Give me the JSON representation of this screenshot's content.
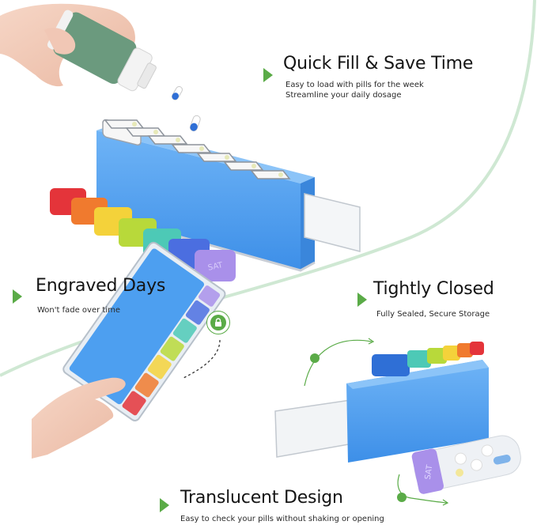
{
  "colors": {
    "accent_green": "#5aab47",
    "divider_green": "#cfe8d3",
    "box_blue": "#4d9ff0",
    "title_text": "#141414",
    "day_caps": [
      "#e4343a",
      "#f07a2e",
      "#f4d23a",
      "#b8d93a",
      "#4dc9b6",
      "#4b6ee0",
      "#a990ea"
    ]
  },
  "features": [
    {
      "title": "Quick Fill & Save Time",
      "lines": [
        "Easy to load with pills for the week",
        "Streamline your daily dosage"
      ]
    },
    {
      "title": "Engraved Days",
      "lines": [
        "Won't fade over time"
      ]
    },
    {
      "title": "Tightly Closed",
      "lines": [
        "Fully Sealed, Secure Storage"
      ]
    },
    {
      "title": "Translucent Design",
      "lines": [
        "Easy to check your pills without shaking or opening"
      ]
    }
  ],
  "icons": {
    "bullet": "play-triangle-icon",
    "lock": "lock-icon"
  },
  "illustration": {
    "engraved_cap_label": "SAT",
    "capsule_cap_label": "SAT"
  }
}
